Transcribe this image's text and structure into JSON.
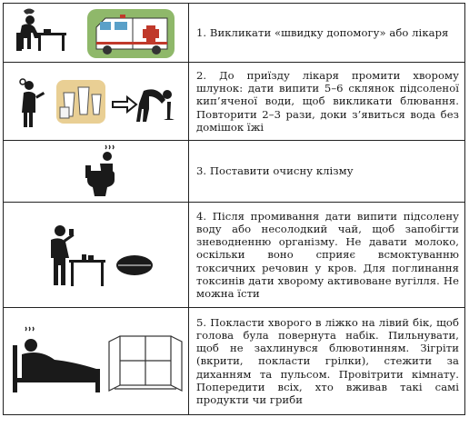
{
  "steps": [
    {
      "text": "1. Викликати «швидку допомогу» або лікаря",
      "illustration": "sick-person-and-ambulance"
    },
    {
      "text": "2. До приїзду лікаря промити хворому шлунок: дати випити 5–6 склянок підсоленої кип’яченої води, щоб викликати блювання. Повторити 2–3 рази, доки з’явиться вода без домішок їжі",
      "illustration": "glasses-of-water-and-vomiting-person"
    },
    {
      "text": "3. Поставити очисну клізму",
      "illustration": "person-on-toilet"
    },
    {
      "text": "4. Після промивання дати випити підсолену воду або несолодкий чай, щоб запобігти зневодненню організму. Не давати молоко, оскільки воно сприяє всмоктуванню токсичних речовин у кров. Для поглинання токсинів дати хворому активоване вугілля. Не можна їсти",
      "illustration": "person-drinking-and-activated-charcoal"
    },
    {
      "text": "5. Покласти хворого в ліжко на лівий бік, щоб голова була повернута набік. Пильнувати, щоб не захлинувся блювотинням. Зігріти (вкрити, покласти грілки), стежити за диханням та пульсом. Провітрити кімнату. Попередити всіх, хто вживав такі самі продукти чи гриби",
      "illustration": "person-in-bed-and-open-window"
    }
  ],
  "colors": {
    "ambulance_bg": "#8fb86a",
    "glasses_bg": "#e9cf94",
    "cross": "#c0392b",
    "ink": "#1a1a1a"
  }
}
